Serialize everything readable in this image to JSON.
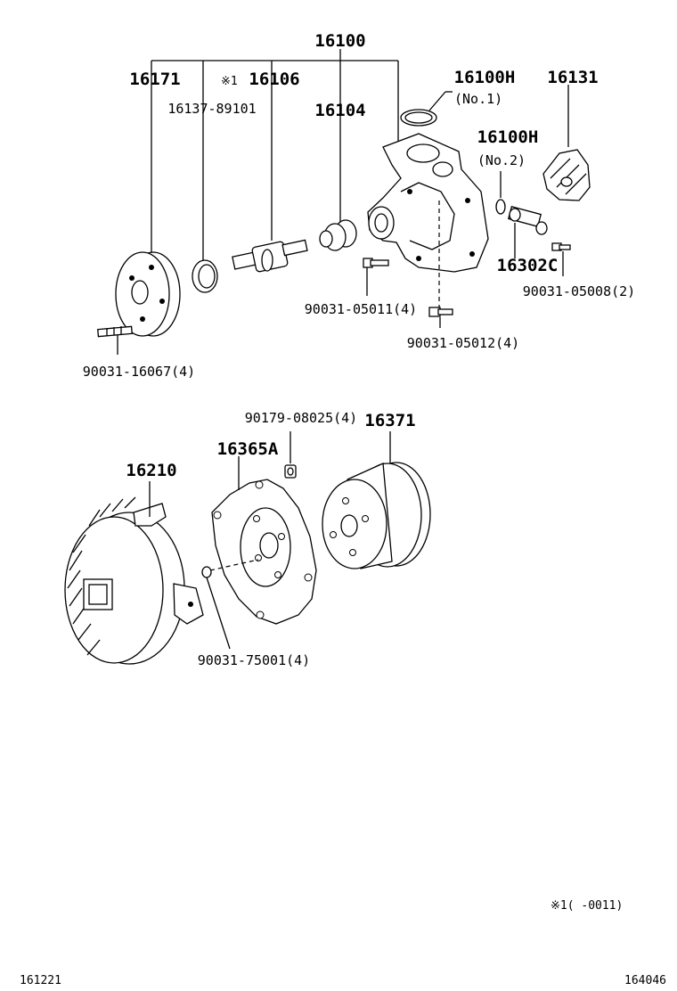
{
  "labels": {
    "assy": "16100",
    "p16171": "16171",
    "note_mark": "※1",
    "p16106": "16106",
    "p16100h_1": "16100H",
    "p16131": "16131",
    "no1": "(No.1)",
    "p16137": "16137-89101",
    "p16104": "16104",
    "p16100h_2": "16100H",
    "no2": "(No.2)",
    "p16302c": "16302C",
    "b05008": "90031-05008(2)",
    "b05011": "90031-05011(4)",
    "b05012": "90031-05012(4)",
    "b16067": "90031-16067(4)",
    "n08025": "90179-08025(4)",
    "p16371": "16371",
    "p16365a": "16365A",
    "p16210": "16210",
    "b75001": "90031-75001(4)",
    "footnote": "※1(    -0011)",
    "code_left": "161221",
    "code_right": "164046"
  }
}
